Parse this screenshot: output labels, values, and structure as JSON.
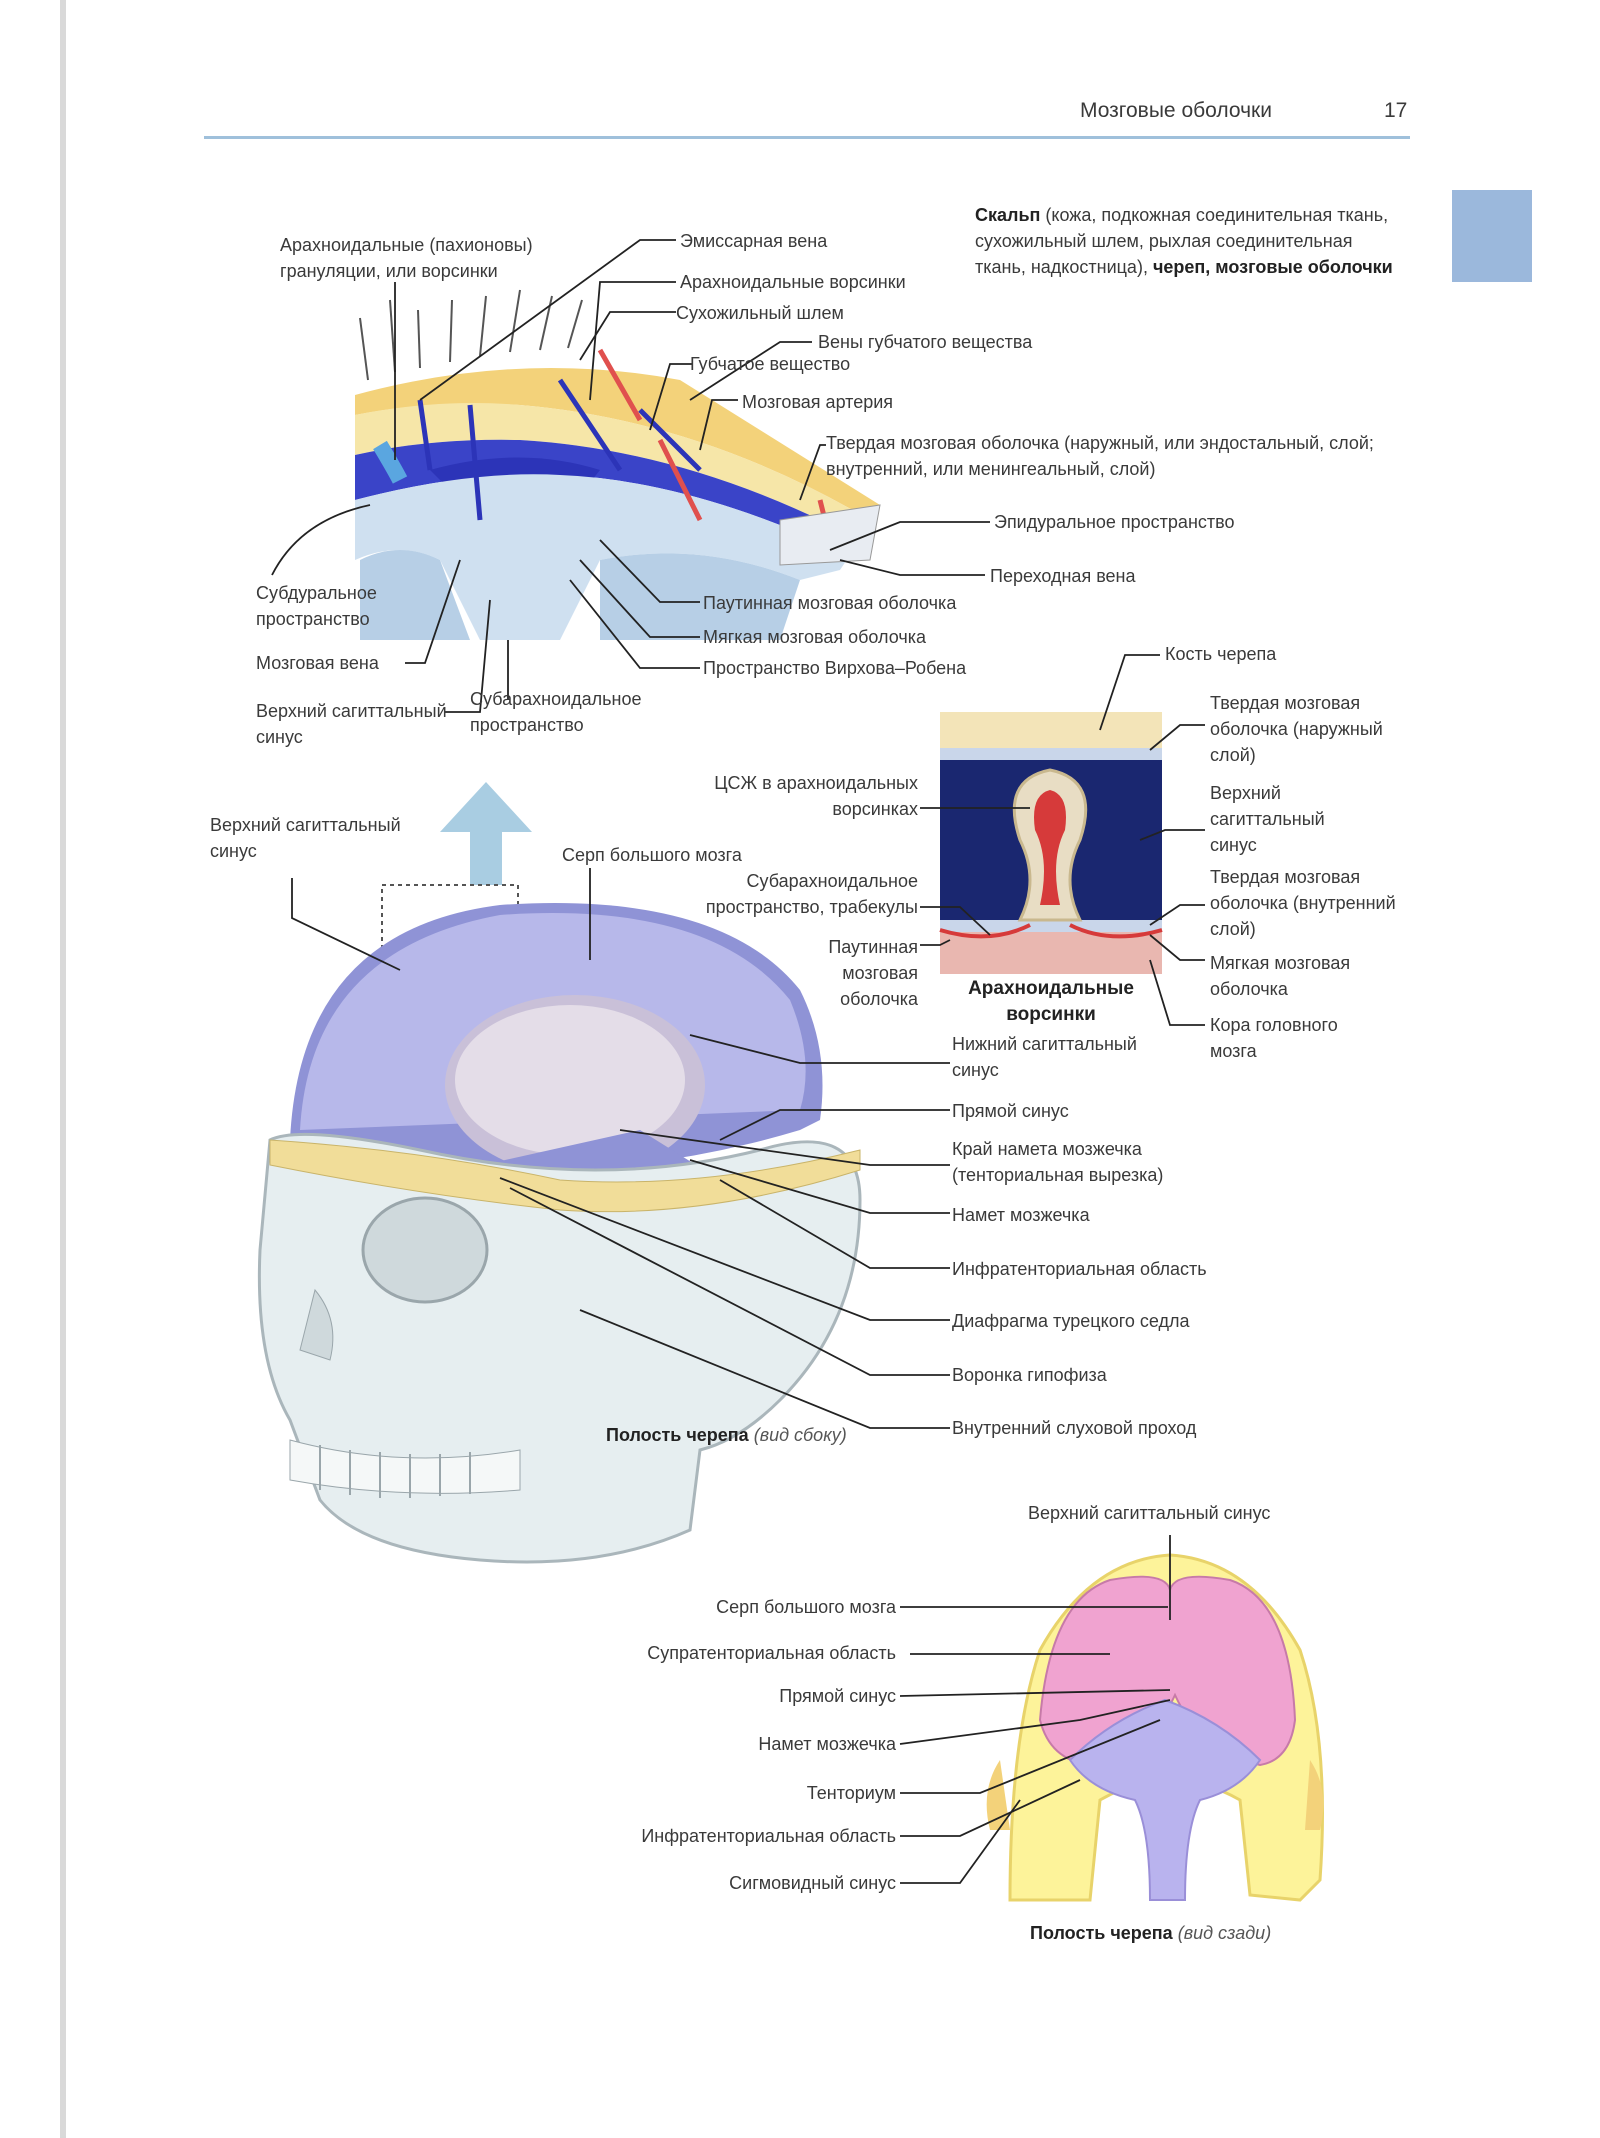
{
  "header": {
    "section_title": "Мозговые оболочки",
    "page_number": "17"
  },
  "scalp_figure": {
    "caption_bold_1": "Скальп",
    "caption_text": "(кожа, подкожная соединительная ткань, сухожильный шлем, рыхлая соединительная ткань, надкостница),",
    "caption_bold_2": "череп, мозговые оболочки",
    "labels": {
      "arachnoid_granulations": "Арахноидальные (пахионовы) грануляции, или ворсинки",
      "emissary_vein": "Эмиссарная вена",
      "arachnoid_villi": "Арахноидальные ворсинки",
      "galea": "Сухожильный шлем",
      "diploic_veins": "Вены губчатого вещества",
      "diploe": "Губчатое вещество",
      "cerebral_artery": "Мозговая артерия",
      "dura_layers": "Твердая мозговая оболочка (наружный, или эндостальный, слой; внутренний, или менингеальный, слой)",
      "epidural_space": "Эпидуральное пространство",
      "bridging_vein": "Переходная вена",
      "arachnoid_mater": "Паутинная мозговая оболочка",
      "pia_mater": "Мягкая мозговая оболочка",
      "virchow_robin": "Пространство Вирхова–Робена",
      "subdural_space": "Субдуральное пространство",
      "cerebral_vein": "Мозговая вена",
      "superior_sagittal_sinus": "Верхний сагиттальный синус",
      "subarachnoid_space": "Субарахноидальное пространство"
    }
  },
  "villi_figure": {
    "title": "Арахноидальные ворсинки",
    "labels": {
      "skull_bone": "Кость черепа",
      "dura_outer": "Твердая мозговая оболочка (наружный слой)",
      "sss": "Верхний сагиттальный синус",
      "dura_inner": "Твердая мозговая оболочка (внутренний слой)",
      "pia": "Мягкая мозговая оболочка",
      "cortex": "Кора головного мозга",
      "csf_villi": "ЦСЖ в арахноидальных ворсинках",
      "subarachnoid_trabeculae": "Субарахноидальное пространство, трабекулы",
      "arachnoid": "Паутинная мозговая оболочка"
    }
  },
  "skull_figure": {
    "caption_bold": "Полость черепа",
    "caption_italic": "(вид сбоку)",
    "labels": {
      "sss": "Верхний сагиттальный синус",
      "falx": "Серп большого мозга",
      "inferior_sagittal_sinus": "Нижний сагиттальный синус",
      "straight_sinus": "Прямой синус",
      "tentorial_notch": "Край намета мозжечка (тенториальная вырезка)",
      "tentorium": "Намет мозжечка",
      "infratentorial": "Инфратенториальная область",
      "diaphragma_sellae": "Диафрагма турецкого седла",
      "infundibulum": "Воронка гипофиза",
      "internal_acoustic": "Внутренний слуховой проход"
    }
  },
  "posterior_figure": {
    "caption_bold": "Полость черепа",
    "caption_italic": "(вид сзади)",
    "labels": {
      "sss": "Верхний сагиттальный синус",
      "falx": "Серп большого мозга",
      "supratentorial": "Супратенториальная область",
      "straight_sinus": "Прямой синус",
      "tentorium_cerebelli": "Намет мозжечка",
      "tentorium": "Тенториум",
      "infratentorial": "Инфратенториальная область",
      "sigmoid_sinus": "Сигмовидный синус"
    }
  }
}
